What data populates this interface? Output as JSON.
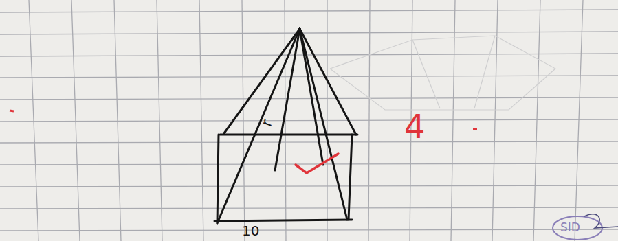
{
  "diagram": {
    "labels": [
      "r",
      "10",
      "4",
      "SID"
    ]
  }
}
